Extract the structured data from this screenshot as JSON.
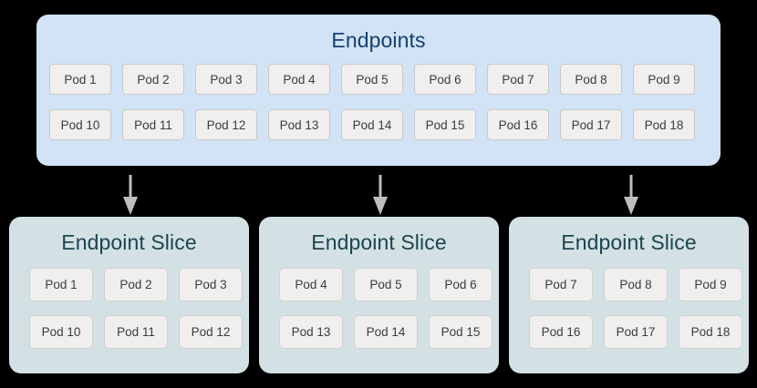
{
  "diagram": {
    "background_color": "#000000",
    "parent": {
      "title": "Endpoints",
      "fill_color": "#d2e3f6",
      "title_color": "#15406e",
      "rows": [
        [
          "Pod 1",
          "Pod 2",
          "Pod 3",
          "Pod 4",
          "Pod 5",
          "Pod 6",
          "Pod 7",
          "Pod 8",
          "Pod 9"
        ],
        [
          "Pod 10",
          "Pod 11",
          "Pod 12",
          "Pod 13",
          "Pod 14",
          "Pod 15",
          "Pod 16",
          "Pod 17",
          "Pod 18"
        ]
      ]
    },
    "arrows": {
      "count": 3,
      "color": "#bdbdbd",
      "direction": "down"
    },
    "slices": [
      {
        "title": "Endpoint Slice",
        "fill_color": "#d3e1e4",
        "title_color": "#1d4450",
        "rows": [
          [
            "Pod 1",
            "Pod 2",
            "Pod 3"
          ],
          [
            "Pod 10",
            "Pod 11",
            "Pod 12"
          ]
        ]
      },
      {
        "title": "Endpoint Slice",
        "fill_color": "#d3e1e4",
        "title_color": "#1d4450",
        "rows": [
          [
            "Pod 4",
            "Pod 5",
            "Pod 6"
          ],
          [
            "Pod 13",
            "Pod 14",
            "Pod 15"
          ]
        ]
      },
      {
        "title": "Endpoint Slice",
        "fill_color": "#d3e1e4",
        "title_color": "#1d4450",
        "rows": [
          [
            "Pod 7",
            "Pod 8",
            "Pod 9"
          ],
          [
            "Pod 16",
            "Pod 17",
            "Pod 18"
          ]
        ]
      }
    ],
    "chip_style": {
      "fill_color": "#f0efee",
      "border_color": "#c9c9c9",
      "text_color": "#3c3c3c"
    }
  }
}
